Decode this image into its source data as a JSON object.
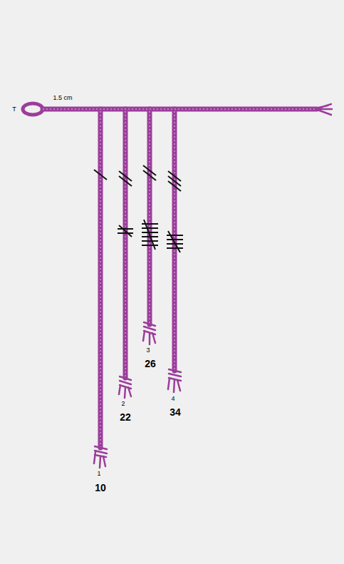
{
  "diagram": {
    "labels": [
      "T",
      "1.5 cm",
      "1",
      "10",
      "2",
      "22",
      "3",
      "26",
      "4",
      "34"
    ]
  }
}
